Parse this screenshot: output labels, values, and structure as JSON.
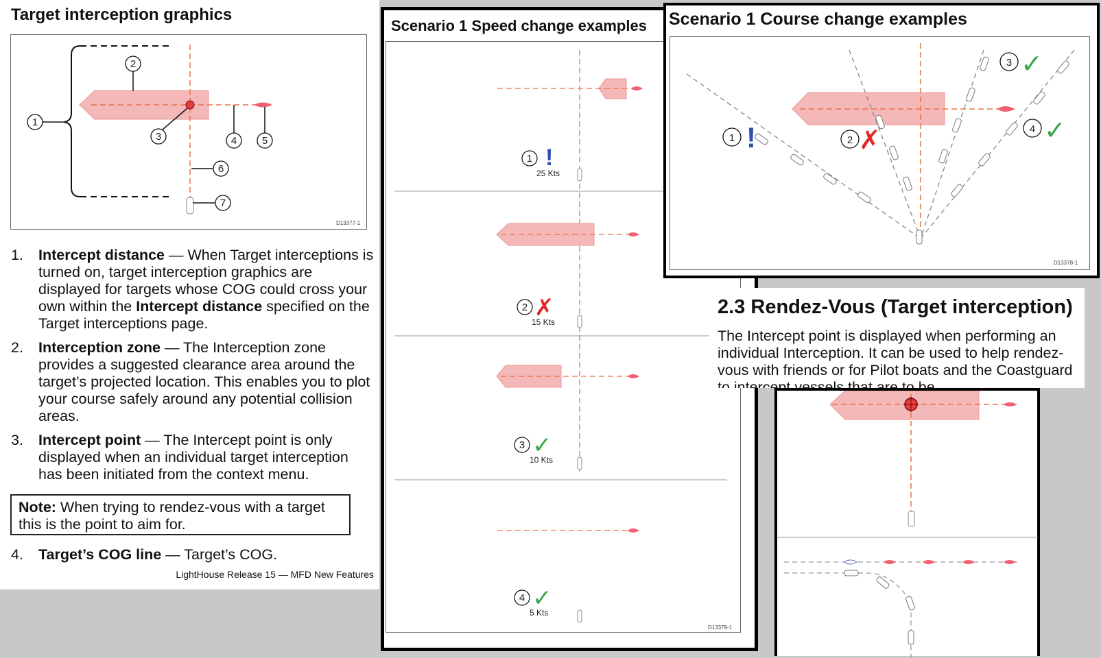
{
  "left": {
    "title": "Target interception graphics",
    "figure_id": "D13377-1",
    "callouts": [
      "1",
      "2",
      "3",
      "4",
      "5",
      "6",
      "7"
    ],
    "items": [
      {
        "num": "1.",
        "term": "Intercept distance",
        "text_a": " — When Target interceptions is turned on, target interception graphics are displayed for targets whose COG could cross your own within the ",
        "term2": "Intercept distance",
        "text_b": " specified on the Target interceptions page."
      },
      {
        "num": "2.",
        "term": "Interception zone",
        "text_a": " — The Interception zone provides a suggested clearance area around the target’s projected location. This enables you to plot your course safely around any potential collision areas."
      },
      {
        "num": "3.",
        "term": "Intercept point",
        "text_a": " — The Intercept point is only displayed when an individual target interception has been initiated from the context menu."
      }
    ],
    "note_label": "Note:",
    "note_text": " When trying to rendez-vous with a target this is the point to aim for.",
    "item4": {
      "num": "4.",
      "term": "Target’s COG line",
      "text": " — Target’s COG."
    },
    "footer": "LightHouse Release 15 — MFD New Features"
  },
  "speed_panel": {
    "title": "Scenario 1 Speed change examples",
    "figure_id": "D13379-1",
    "examples": [
      {
        "num": "1",
        "speed": "25 Kts",
        "mark": "!"
      },
      {
        "num": "2",
        "speed": "15 Kts",
        "mark": "✗"
      },
      {
        "num": "3",
        "speed": "10 Kts",
        "mark": "✓"
      },
      {
        "num": "4",
        "speed": "5 Kts",
        "mark": "✓"
      }
    ]
  },
  "course_panel": {
    "title": "Scenario 1 Course change examples",
    "figure_id": "D13378-1",
    "callouts": [
      "1",
      "2",
      "3",
      "4"
    ]
  },
  "rendezvous": {
    "heading": "2.3 Rendez-Vous (Target interception)",
    "paragraph": "The Intercept point is displayed when performing an individual Interception. It can be used to help rendez-vous with friends or for Pilot boats and the Coastguard to intercept vessels that are to be"
  },
  "colors": {
    "zone": "#f4b8b8",
    "cog": "#e8704a",
    "target": "#f06070",
    "check": "#3aa64a",
    "cross": "#e02828",
    "alert": "#3050b0"
  }
}
